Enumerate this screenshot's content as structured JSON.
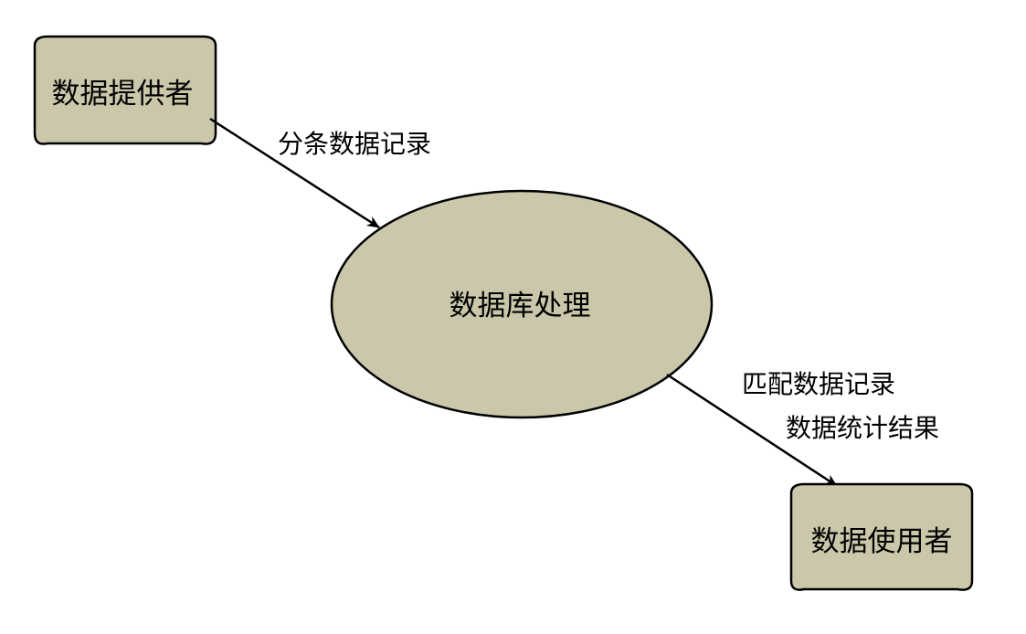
{
  "diagram": {
    "nodes": {
      "provider": "数据提供者",
      "process": "数据库处理",
      "user": "数据使用者"
    },
    "edges": {
      "input_label": "分条数据记录",
      "output_label_line1": "匹配数据记录",
      "output_label_line2": "数据统计结果"
    }
  },
  "colors": {
    "node_fill": "#cbc7aa",
    "stroke": "#000000"
  }
}
